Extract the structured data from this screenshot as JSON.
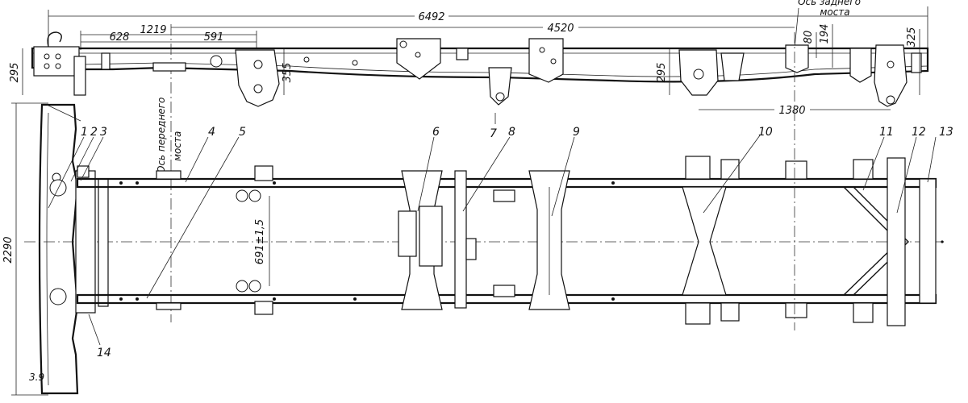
{
  "dimensions": {
    "overall_length": "6492",
    "wheelbase": "4520",
    "front_offset_1": "1219",
    "front_offset_2": "628",
    "front_offset_3": "591",
    "front_height_left": "295",
    "front_height_355": "355",
    "rear_height_295": "295",
    "rear_height_80": "80",
    "rear_height_194": "194",
    "rear_height_325": "325",
    "rear_spring_base": "1380",
    "frame_width": "2290",
    "rail_spacing": "691±1,5"
  },
  "axis_labels": {
    "front_axle_line1": "Ось переднего",
    "front_axle_line2": "моста",
    "rear_axle_line1": "Ось заднего",
    "rear_axle_line2": "моста"
  },
  "callouts": [
    "1",
    "2",
    "3",
    "4",
    "5",
    "6",
    "7",
    "8",
    "9",
    "10",
    "11",
    "12",
    "13",
    "14"
  ],
  "small_mark": "3.9"
}
